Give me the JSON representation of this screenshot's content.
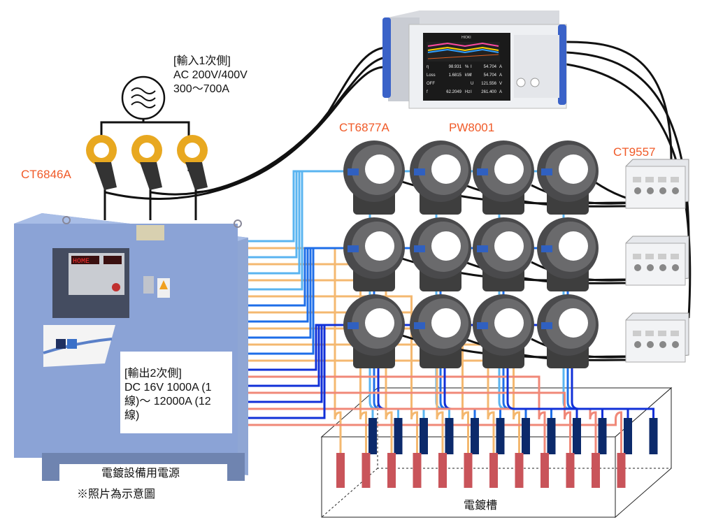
{
  "labels": {
    "input_side": [
      "[輸入1次側]",
      "AC 200V/400V",
      "300～700A"
    ],
    "clamp_model": "CT6846A",
    "sensor_model": "CT6877A",
    "analyzer_model": "PW8001",
    "unit_model": "CT9557",
    "output_side": [
      "[輸出2次側]",
      "DC 16V 1000A (1",
      "線)～ 12000A (12",
      "線)"
    ],
    "power_supply": "電鍍設備用電源",
    "note": "※照片為示意圖",
    "tank": "電鍍槽"
  },
  "analyzer_screen": {
    "brand": "HIOKI",
    "rows": [
      {
        "label": "η",
        "value": "98.931",
        "unit": "%",
        "label2": "I",
        "value2": "54.704",
        "unit2": "A"
      },
      {
        "label": "Loss",
        "value": "1.6815",
        "unit": "kW",
        "label2": "I",
        "value2": "54.704",
        "unit2": "A"
      },
      {
        "label": "OFF",
        "value": "",
        "unit": "",
        "label2": "U",
        "value2": "121.556",
        "unit2": "V"
      },
      {
        "label": "f",
        "value": "62.2049",
        "unit": "Hz",
        "label2": "I",
        "value2": "261.400",
        "unit2": "A"
      }
    ]
  },
  "colors": {
    "label_red": "#f05a28",
    "cabinet": "#8fa6d4",
    "anode": "#c9545a",
    "cathode": "#0c2a6b",
    "wire_light_blue": "#5ab4f0",
    "wire_blue": "#1e6ee8",
    "wire_deep_blue": "#1030d8",
    "wire_orange": "#f4b870",
    "wire_red": "#f08878",
    "analyzer_handle": "#3a62c8"
  }
}
